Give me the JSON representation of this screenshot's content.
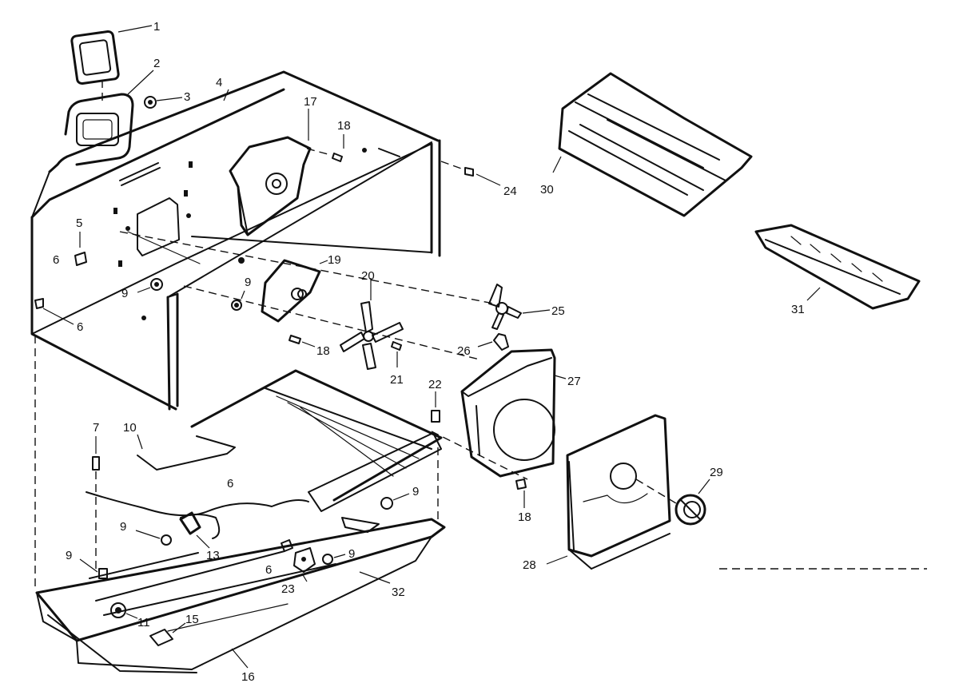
{
  "callouts": [
    {
      "id": "c1",
      "label": "1"
    },
    {
      "id": "c2",
      "label": "2"
    },
    {
      "id": "c3",
      "label": "3"
    },
    {
      "id": "c4",
      "label": "4"
    },
    {
      "id": "c5",
      "label": "5"
    },
    {
      "id": "c6a",
      "label": "6"
    },
    {
      "id": "c6b",
      "label": "6"
    },
    {
      "id": "c6c",
      "label": "6"
    },
    {
      "id": "c6d",
      "label": "6"
    },
    {
      "id": "c7",
      "label": "7"
    },
    {
      "id": "c9a",
      "label": "9"
    },
    {
      "id": "c9b",
      "label": "9"
    },
    {
      "id": "c9c",
      "label": "9"
    },
    {
      "id": "c9d",
      "label": "9"
    },
    {
      "id": "c9e",
      "label": "9"
    },
    {
      "id": "c9f",
      "label": "9"
    },
    {
      "id": "c10",
      "label": "10"
    },
    {
      "id": "c11",
      "label": "11"
    },
    {
      "id": "c13",
      "label": "13"
    },
    {
      "id": "c15",
      "label": "15"
    },
    {
      "id": "c16",
      "label": "16"
    },
    {
      "id": "c17",
      "label": "17"
    },
    {
      "id": "c18a",
      "label": "18"
    },
    {
      "id": "c18b",
      "label": "18"
    },
    {
      "id": "c18c",
      "label": "18"
    },
    {
      "id": "c19",
      "label": "19"
    },
    {
      "id": "c20",
      "label": "20"
    },
    {
      "id": "c21",
      "label": "21"
    },
    {
      "id": "c22",
      "label": "22"
    },
    {
      "id": "c23",
      "label": "23"
    },
    {
      "id": "c24",
      "label": "24"
    },
    {
      "id": "c25",
      "label": "25"
    },
    {
      "id": "c26",
      "label": "26"
    },
    {
      "id": "c27",
      "label": "27"
    },
    {
      "id": "c28",
      "label": "28"
    },
    {
      "id": "c29",
      "label": "29"
    },
    {
      "id": "c30",
      "label": "30"
    },
    {
      "id": "c31",
      "label": "31"
    },
    {
      "id": "c32",
      "label": "32"
    }
  ]
}
